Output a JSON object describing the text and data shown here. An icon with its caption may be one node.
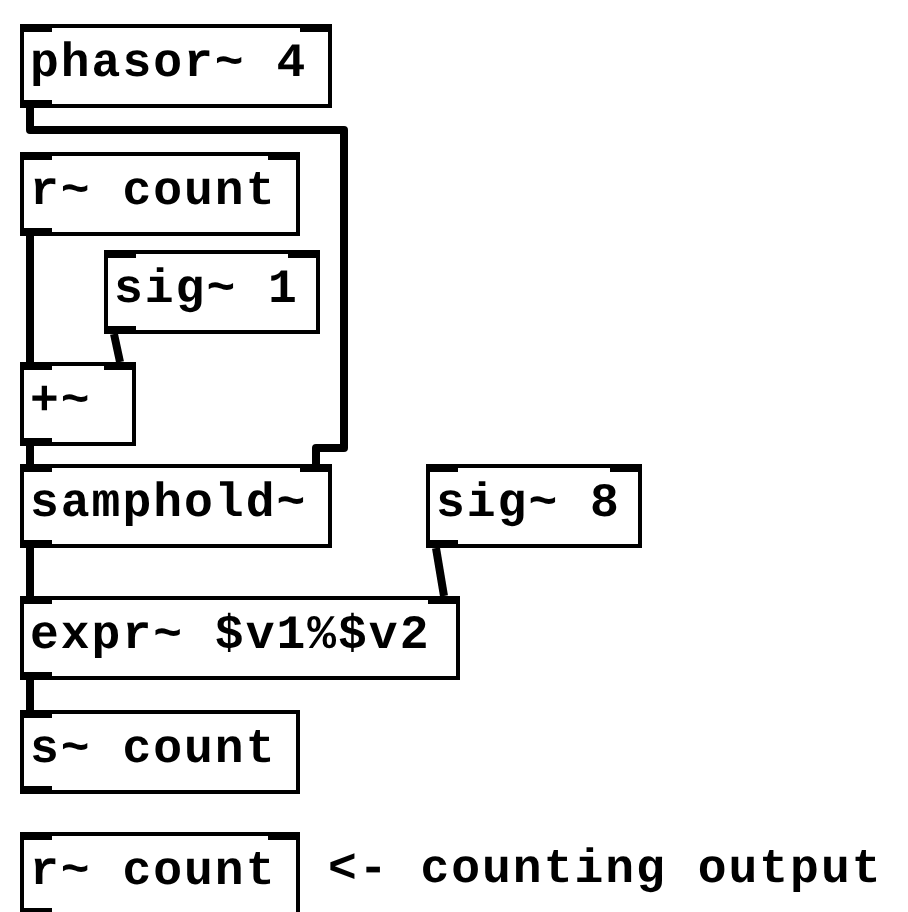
{
  "diagram": {
    "nodes": [
      {
        "text": [
          "phasor~ 4"
        ]
      },
      {
        "text": [
          "r~ count"
        ]
      },
      {
        "text": [
          "sig~ 1"
        ]
      },
      {
        "text": [
          "+~"
        ]
      },
      {
        "text": [
          "samphold~"
        ]
      },
      {
        "text": [
          "sig~ 8"
        ]
      },
      {
        "text": [
          "expr~ $v1%$v2"
        ]
      },
      {
        "text": [
          "s~ count"
        ]
      },
      {
        "text": [
          "r~ count"
        ]
      }
    ],
    "edges": [
      {
        "from": 0,
        "to": 4,
        "arrow": "none"
      },
      {
        "from": 1,
        "to": 3,
        "arrow": "none"
      },
      {
        "from": 2,
        "to": 3,
        "arrow": "none"
      },
      {
        "from": 3,
        "to": 4,
        "arrow": "none"
      },
      {
        "from": 4,
        "to": 6,
        "arrow": "none"
      },
      {
        "from": 5,
        "to": 6,
        "arrow": "none"
      },
      {
        "from": 6,
        "to": 7,
        "arrow": "none"
      }
    ],
    "labels": [
      "<- counting output"
    ]
  }
}
